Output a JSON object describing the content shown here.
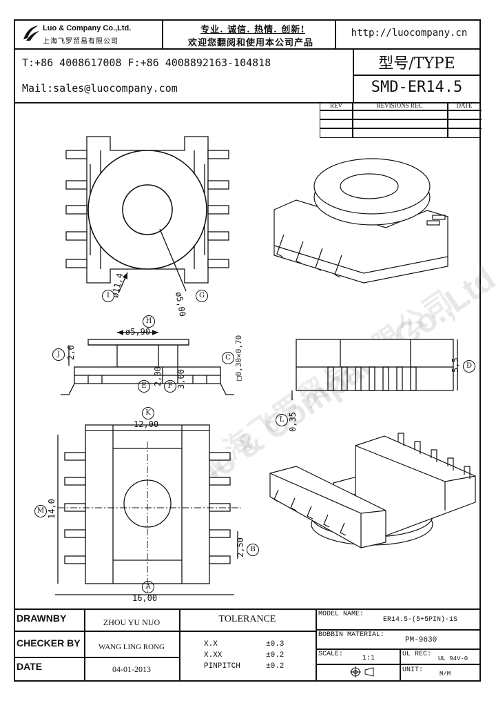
{
  "header": {
    "company_name_en": "Luo & Company Co.,Ltd.",
    "company_name_cn": "上海飞罗贸易有限公司",
    "slogan_line1": "专业. 诚信.  热情.  创新!",
    "slogan_line2": "欢迎您翻阅和使用本公司产品",
    "website": "http://luocompany.cn",
    "phone_fax": "T:+86 4008617008 F:+86 4008892163-104818",
    "email": "Mail:sales@luocompany.com",
    "type_label": "型号/TYPE",
    "type_value": "SMD-ER14.5"
  },
  "revision_table": {
    "columns": [
      "REV",
      "REVISIONS REC",
      "DATE"
    ]
  },
  "dimensions": {
    "I_label": "I",
    "I_value": "ø11,4",
    "G_label": "G",
    "G_value": "ø5,00",
    "H_label": "H",
    "H_value": "ø5,90",
    "J_label": "J",
    "J_value": "2,6",
    "C_label": "C",
    "C_value": "□0,30×0,70",
    "E_label": "E",
    "E_value": "2,00",
    "F_label": "F",
    "F_value": "3,00",
    "D_label": "D",
    "D_value": "5,5",
    "L_label": "L",
    "L_value": "0,35",
    "K_label": "K",
    "K_value": "12,00",
    "M_label": "M",
    "M_value": "14,0",
    "B_label": "B",
    "B_value": "2,50",
    "A_label": "A",
    "A_value": "16,00"
  },
  "watermark": {
    "text_en": "Luo & Company Co.,Ltd.",
    "text_cn": "上海飞罗贸易有限公司"
  },
  "title_block": {
    "drawnby_label": "DRAWNBY",
    "drawnby_value": "ZHOU YU NUO",
    "checker_label": "CHECKER BY",
    "checker_value": "WANG LING RONG",
    "date_label": "DATE",
    "date_value": "04-01-2013",
    "tolerance_label": "TOLERANCE",
    "tol_rows": [
      {
        "name": "X.X",
        "value": "±0.3"
      },
      {
        "name": "X.XX",
        "value": "±0.2"
      },
      {
        "name": "PINPITCH",
        "value": "±0.2"
      }
    ],
    "model_label": "MODEL NAME:",
    "model_value": "ER14.5-(5+5PIN)-1S",
    "bobbin_label": "BOBBIN MATERIAL:",
    "bobbin_value": "PM-9630",
    "scale_label": "SCALE:",
    "scale_value": "1:1",
    "ul_label": "UL REC:",
    "ul_value": "UL 94V-0",
    "unit_label": "UNIT:",
    "unit_value": "M/M"
  }
}
